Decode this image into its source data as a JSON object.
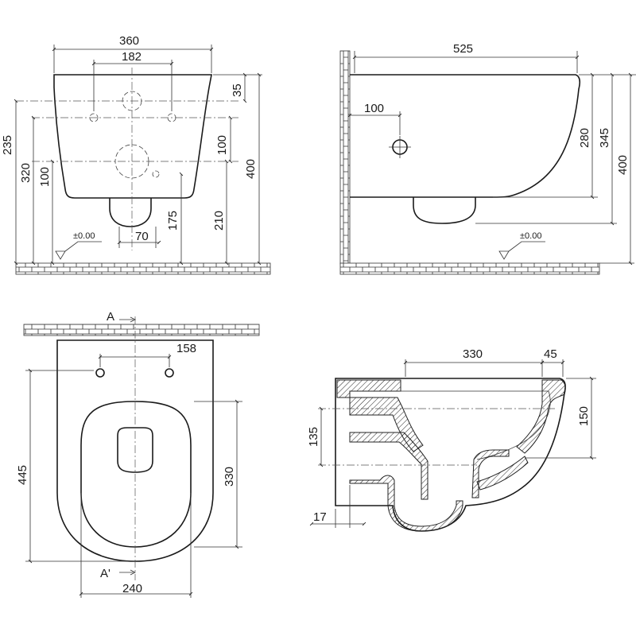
{
  "dimensions": {
    "front_width": "360",
    "front_bolt_spacing": "182",
    "front_top_offset": "35",
    "front_bolt_height": "235",
    "front_inlet_height": "320",
    "front_inlet_offset_left": "100",
    "front_inlet_offset_right": "100",
    "front_total_height": "400",
    "front_outlet_height": "210",
    "front_outlet_center": "175",
    "front_outlet_width": "70",
    "side_length": "525",
    "side_bolt_offset": "100",
    "side_height_280": "280",
    "side_height_345": "345",
    "side_height_400": "400",
    "top_bolt_spacing": "158",
    "top_length": "445",
    "top_seat_length": "330",
    "top_seat_width": "240",
    "section_330": "330",
    "section_45": "45",
    "section_150": "150",
    "section_135": "135",
    "section_17": "17"
  },
  "labels": {
    "floor_level_front": "±0.00",
    "floor_level_side": "±0.00",
    "section_mark_top": "A",
    "section_mark_bottom": "A'"
  },
  "colors": {
    "line": "#1a1a1a",
    "background": "#ffffff"
  }
}
